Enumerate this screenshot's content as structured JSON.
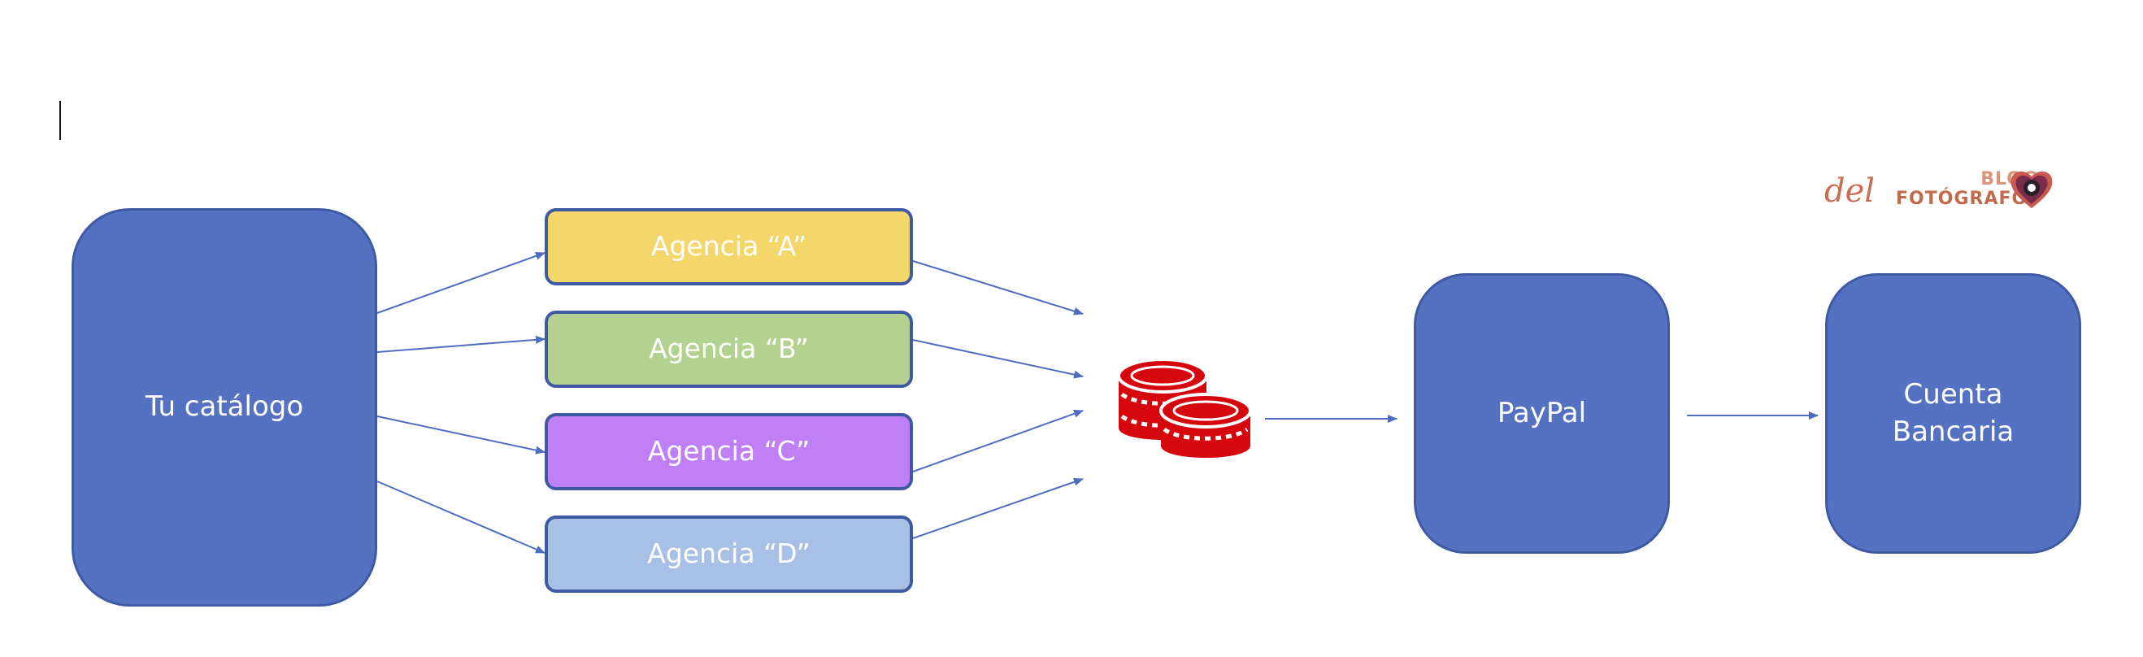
{
  "diagram": {
    "catalog_label": "Tu catálogo",
    "agencies": [
      {
        "label": "Agencia “A”",
        "color": "#f3d76b"
      },
      {
        "label": "Agencia “B”",
        "color": "#b3d18f"
      },
      {
        "label": "Agencia “C”",
        "color": "#bf7ff5"
      },
      {
        "label": "Agencia “D”",
        "color": "#a9c0e6"
      }
    ],
    "paypal_label": "PayPal",
    "bank_label": "Cuenta\nBancaria",
    "coins_icon": "coins-stack-icon",
    "colors": {
      "box_fill": "#5572c2",
      "box_border": "#3f5aa2",
      "arrow": "#4d6dc1",
      "coins": "#d6060d"
    }
  },
  "logo": {
    "script_text": "del",
    "top_text": "BLOG",
    "bottom_text": "FOTÓGRAFO"
  }
}
